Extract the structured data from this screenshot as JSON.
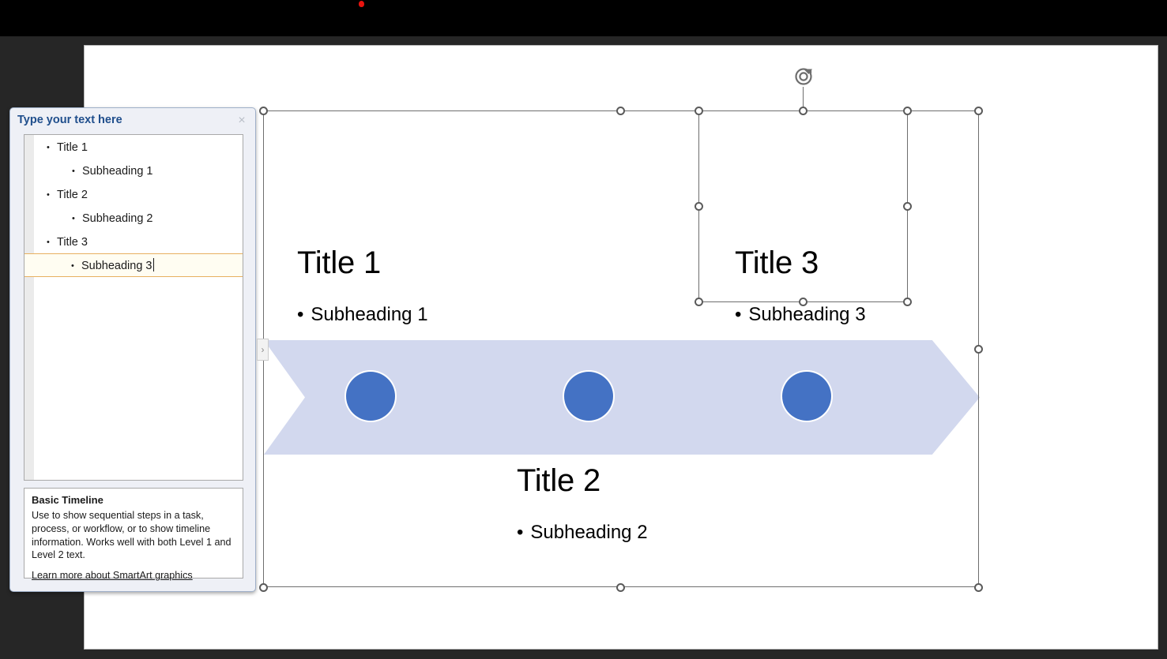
{
  "app": {
    "background_color": "#262626",
    "top_bar_color": "#000000",
    "recording_indicator": "red-dot"
  },
  "slide": {
    "background_color": "#ffffff"
  },
  "text_pane": {
    "title": "Type your text here",
    "close_label": "×",
    "toggle_label": "›",
    "entries": [
      {
        "text": "Title 1",
        "level": 1,
        "active": false
      },
      {
        "text": "Subheading 1",
        "level": 2,
        "active": false
      },
      {
        "text": "Title 2",
        "level": 1,
        "active": false
      },
      {
        "text": "Subheading 2",
        "level": 2,
        "active": false
      },
      {
        "text": "Title 3",
        "level": 1,
        "active": false
      },
      {
        "text": "Subheading 3",
        "level": 2,
        "active": true
      }
    ],
    "description": {
      "title": "Basic Timeline",
      "body": "Use to show sequential steps in a task, process, or workflow, or to show timeline information. Works well with both Level 1 and Level 2 text.",
      "link": "Learn more about SmartArt graphics"
    }
  },
  "smartart": {
    "layout_name": "Basic Timeline",
    "arrow_color": "#d2d8ee",
    "node_color": "#4472c4",
    "bullet_glyph": "•",
    "nodes": [
      {
        "title": "Title 1",
        "subheading": "Subheading 1"
      },
      {
        "title": "Title 2",
        "subheading": "Subheading 2"
      },
      {
        "title": "Title 3",
        "subheading": "Subheading 3"
      }
    ]
  },
  "selection": {
    "outer_frame_selected": true,
    "inner_frame_selected": true,
    "handle_fill": "#ffffff",
    "handle_stroke": "#5a5a5a",
    "rotate_handle": "rotate-icon"
  }
}
